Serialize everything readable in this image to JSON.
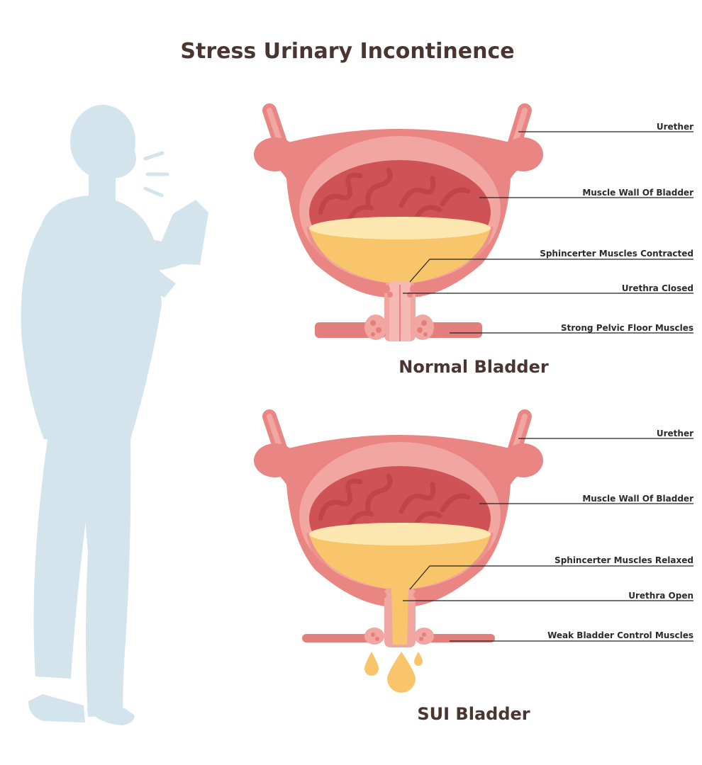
{
  "title": "Stress Urinary Incontinence",
  "colors": {
    "silhouette": "#d3e4ec",
    "bladder_outer": "#e98582",
    "bladder_wall": "#f2a6a1",
    "bladder_inner": "#cf5356",
    "muscle_folds": "#bf4448",
    "urine": "#f9c56b",
    "urine_surface": "#fde7b0",
    "pelvic_floor": "#e27f7d",
    "text": "#4a3530"
  },
  "figure": {
    "icon": "coughing-person-silhouette-icon"
  },
  "normal": {
    "caption": "Normal Bladder",
    "labels": {
      "urether": "Urether",
      "muscle_wall": "Muscle Wall Of Bladder",
      "sphincter": "Sphincerter Muscles Contracted",
      "urethra": "Urethra Closed",
      "pelvic_floor": "Strong Pelvic Floor Muscles"
    }
  },
  "sui": {
    "caption": "SUI Bladder",
    "labels": {
      "urether": "Urether",
      "muscle_wall": "Muscle Wall Of Bladder",
      "sphincter": "Sphincerter Muscles Relaxed",
      "urethra": "Urethra Open",
      "pelvic_floor": "Weak Bladder Control Muscles"
    }
  }
}
